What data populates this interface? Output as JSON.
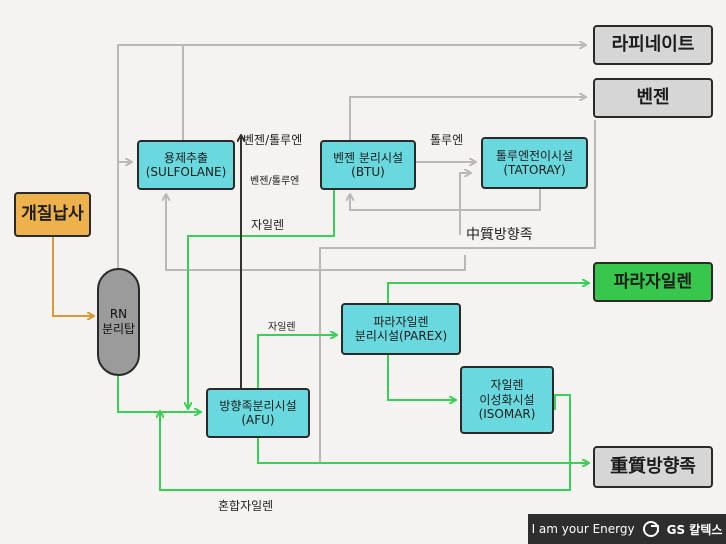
{
  "nodes": {
    "naphtha": "개질납사",
    "rn_line1": "RN",
    "rn_line2": "분리탑",
    "sulfolane_line1": "용제추출",
    "sulfolane_line2": "(SULFOLANE)",
    "btu_line1": "벤젠 분리시설",
    "btu_line2": "(BTU)",
    "tatoray_line1": "톨루엔전이시설",
    "tatoray_line2": "(TATORAY)",
    "afu_line1": "방향족분리시설",
    "afu_line2": "(AFU)",
    "parex_line1": "파라자일렌",
    "parex_line2": "분리시설(PAREX)",
    "isomar_line1": "자일렌",
    "isomar_line2": "이성화시설",
    "isomar_line3": "(ISOMAR)",
    "raffinate": "라피네이트",
    "benzene": "벤젠",
    "paraxylene": "파라자일렌",
    "heavy_aromatics": "重質방향족"
  },
  "labels": {
    "benzene_toluene_top": "벤젠/톨루엔",
    "benzene_toluene_bottom": "벤젠/톨루엔",
    "toluene": "톨루엔",
    "xylene_vertical": "자일렌",
    "xylene_small": "자일렌",
    "medium_aromatics": "中質방향족",
    "mixed_xylene": "혼합자일렌"
  },
  "footer": {
    "slogan": "I am your Energy",
    "brand": "GS 칼텍스"
  },
  "colors": {
    "cyan": "#6ad9df",
    "gray": "#d6d6d6",
    "orange": "#eeb24c",
    "green": "#37c74c",
    "green_line": "#3ccf57",
    "gray_line": "#b9b9b9",
    "orange_line": "#d99a33"
  }
}
